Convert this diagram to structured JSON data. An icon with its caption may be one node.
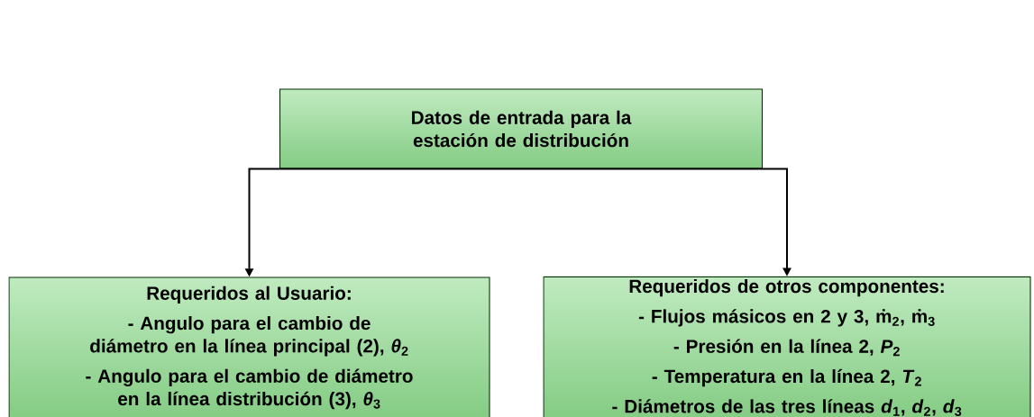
{
  "diagram": {
    "nodes": [
      {
        "text": [
          "Datos de entrada para la estación de distribución"
        ]
      },
      {
        "text": [
          "Requeridos al Usuario:",
          "- Angulo para el cambio de diámetro en la línea principal (2), *θ*$_{2}$",
          "- Angulo para el cambio de diámetro en la línea distribución (3), *θ*$_{3}$"
        ]
      },
      {
        "text": [
          "Requeridos de otros componentes:",
          "- Flujos másicos en 2 y 3, ṁ$_{2}$, ṁ$_{3}$",
          "- Presión en la línea 2, *P*$_{2}$",
          "- Temperatura en la línea 2, *T*$_{2}$",
          "- Diámetros de las tres líneas *d*$_{1}$, *d*$_{2}$, *d*$_{3}$"
        ]
      }
    ],
    "edges": [
      {
        "from": 0,
        "to": 1,
        "arrow": "to"
      },
      {
        "from": 0,
        "to": 2,
        "arrow": "to"
      }
    ]
  }
}
